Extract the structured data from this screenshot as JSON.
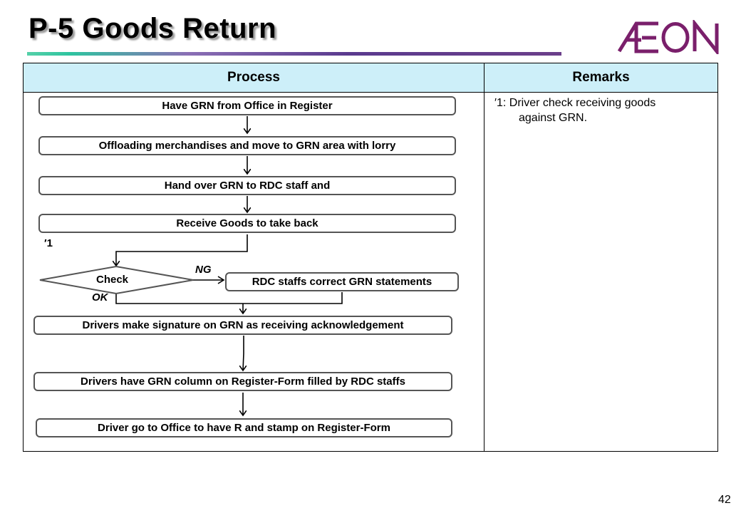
{
  "title": "P-5 Goods Return",
  "logo_text": "ÆON",
  "table": {
    "col_process": "Process",
    "col_remarks": "Remarks"
  },
  "remarks": {
    "line1": "′1: Driver check receiving goods",
    "line2": "against GRN."
  },
  "steps": {
    "s1": "Have GRN from Office in Register",
    "s2": "Offloading merchandises and move to GRN area with lorry",
    "s3": "Hand over GRN to RDC staff and",
    "s4": "Receive Goods to take back",
    "note_ref": "′1",
    "decision": "Check",
    "ng": "NG",
    "ok": "OK",
    "correction": "RDC staffs correct GRN statements",
    "s5": "Drivers make signature on GRN as receiving acknowledgement",
    "s6": "Drivers have  GRN column on Register-Form filled by RDC staffs",
    "s7": "Driver  go to Office to have R and stamp on Register-Form"
  },
  "colors": {
    "header_bg": "#cdeff9",
    "logo": "#7a1f6b",
    "box_border": "#555555"
  },
  "page_number": "42"
}
